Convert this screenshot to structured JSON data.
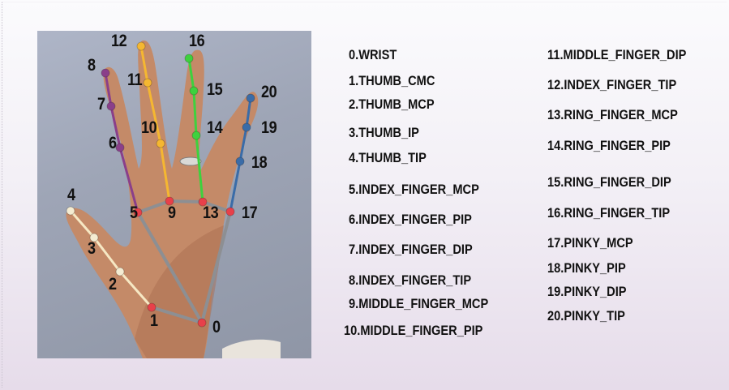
{
  "landmarks": [
    {
      "id": "0",
      "label": "0.WRIST"
    },
    {
      "id": "1",
      "label": "1.THUMB_CMC"
    },
    {
      "id": "2",
      "label": "2.THUMB_MCP"
    },
    {
      "id": "3",
      "label": "3.THUMB_IP"
    },
    {
      "id": "4",
      "label": "4.THUMB_TIP"
    },
    {
      "id": "5",
      "label": "5.INDEX_FINGER_MCP"
    },
    {
      "id": "6",
      "label": "6.INDEX_FINGER_PIP"
    },
    {
      "id": "7",
      "label": "7.INDEX_FINGER_DIP"
    },
    {
      "id": "8",
      "label": "8.INDEX_FINGER_TIP"
    },
    {
      "id": "9",
      "label": "9.MIDDLE_FINGER_MCP"
    },
    {
      "id": "10",
      "label": "10.MIDDLE_FINGER_PIP"
    },
    {
      "id": "11",
      "label": "11.MIDDLE_FINGER_DIP"
    },
    {
      "id": "12",
      "label": "12.INDEX_FINGER_TIP"
    },
    {
      "id": "13",
      "label": "13.RING_FINGER_MCP"
    },
    {
      "id": "14",
      "label": "14.RING_FINGER_PIP"
    },
    {
      "id": "15",
      "label": "15.RING_FINGER_DIP"
    },
    {
      "id": "16",
      "label": "16.RING_FINGER_TIP"
    },
    {
      "id": "17",
      "label": "17.PINKY_MCP"
    },
    {
      "id": "18",
      "label": "18.PINKY_PIP"
    },
    {
      "id": "19",
      "label": "19.PINKY_DIP"
    },
    {
      "id": "20",
      "label": "20.PINKY_TIP"
    }
  ],
  "colors": {
    "point": "#e8404a",
    "palm": "#8d8f93",
    "thumb": "#f6e8c4",
    "index": "#8a3f8a",
    "middle": "#f5b731",
    "ring": "#3ed13e",
    "pinky": "#3a6ca8"
  }
}
